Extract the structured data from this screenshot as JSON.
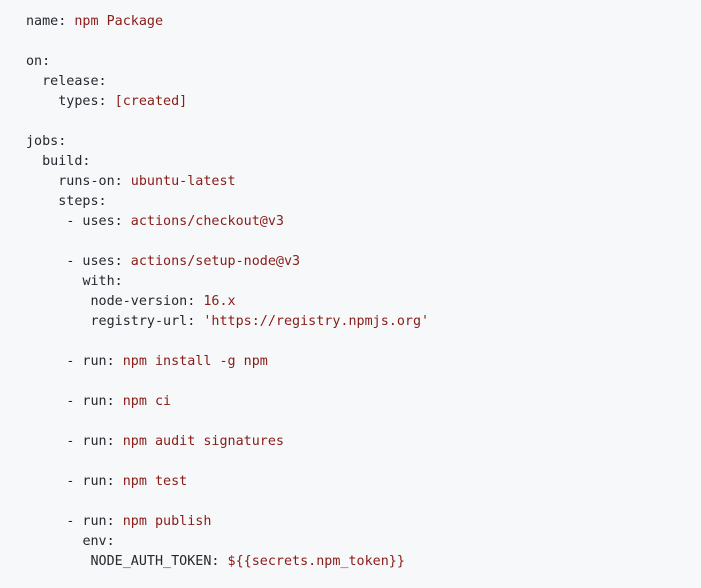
{
  "code": {
    "lines": [
      {
        "indent": "",
        "key": "name:",
        "value": " npm Package"
      },
      {
        "indent": "",
        "key": "",
        "value": ""
      },
      {
        "indent": "",
        "key": "on:",
        "value": ""
      },
      {
        "indent": "  ",
        "key": "release:",
        "value": ""
      },
      {
        "indent": "    ",
        "key": "types:",
        "value": " [created]"
      },
      {
        "indent": "",
        "key": "",
        "value": ""
      },
      {
        "indent": "",
        "key": "jobs:",
        "value": ""
      },
      {
        "indent": "  ",
        "key": "build:",
        "value": ""
      },
      {
        "indent": "    ",
        "key": "runs-on:",
        "value": " ubuntu-latest"
      },
      {
        "indent": "    ",
        "key": "steps:",
        "value": ""
      },
      {
        "indent": "     ",
        "key": "- uses:",
        "value": " actions/checkout@v3"
      },
      {
        "indent": "",
        "key": "",
        "value": ""
      },
      {
        "indent": "     ",
        "key": "- uses:",
        "value": " actions/setup-node@v3"
      },
      {
        "indent": "       ",
        "key": "with:",
        "value": ""
      },
      {
        "indent": "        ",
        "key": "node-version:",
        "value": " 16.x"
      },
      {
        "indent": "        ",
        "key": "registry-url:",
        "value": " 'https://registry.npmjs.org'"
      },
      {
        "indent": "",
        "key": "",
        "value": ""
      },
      {
        "indent": "     ",
        "key": "- run:",
        "value": " npm install -g npm"
      },
      {
        "indent": "",
        "key": "",
        "value": ""
      },
      {
        "indent": "     ",
        "key": "- run:",
        "value": " npm ci"
      },
      {
        "indent": "",
        "key": "",
        "value": ""
      },
      {
        "indent": "     ",
        "key": "- run:",
        "value": " npm audit signatures"
      },
      {
        "indent": "",
        "key": "",
        "value": ""
      },
      {
        "indent": "     ",
        "key": "- run:",
        "value": " npm test"
      },
      {
        "indent": "",
        "key": "",
        "value": ""
      },
      {
        "indent": "     ",
        "key": "- run:",
        "value": " npm publish"
      },
      {
        "indent": "       ",
        "key": "env:",
        "value": ""
      },
      {
        "indent": "        ",
        "key": "NODE_AUTH_TOKEN:",
        "value": " ${{secrets.npm_token}}"
      }
    ]
  },
  "colors": {
    "background": "#f6f8fa",
    "key": "#24292f",
    "value": "#8a1c17"
  }
}
